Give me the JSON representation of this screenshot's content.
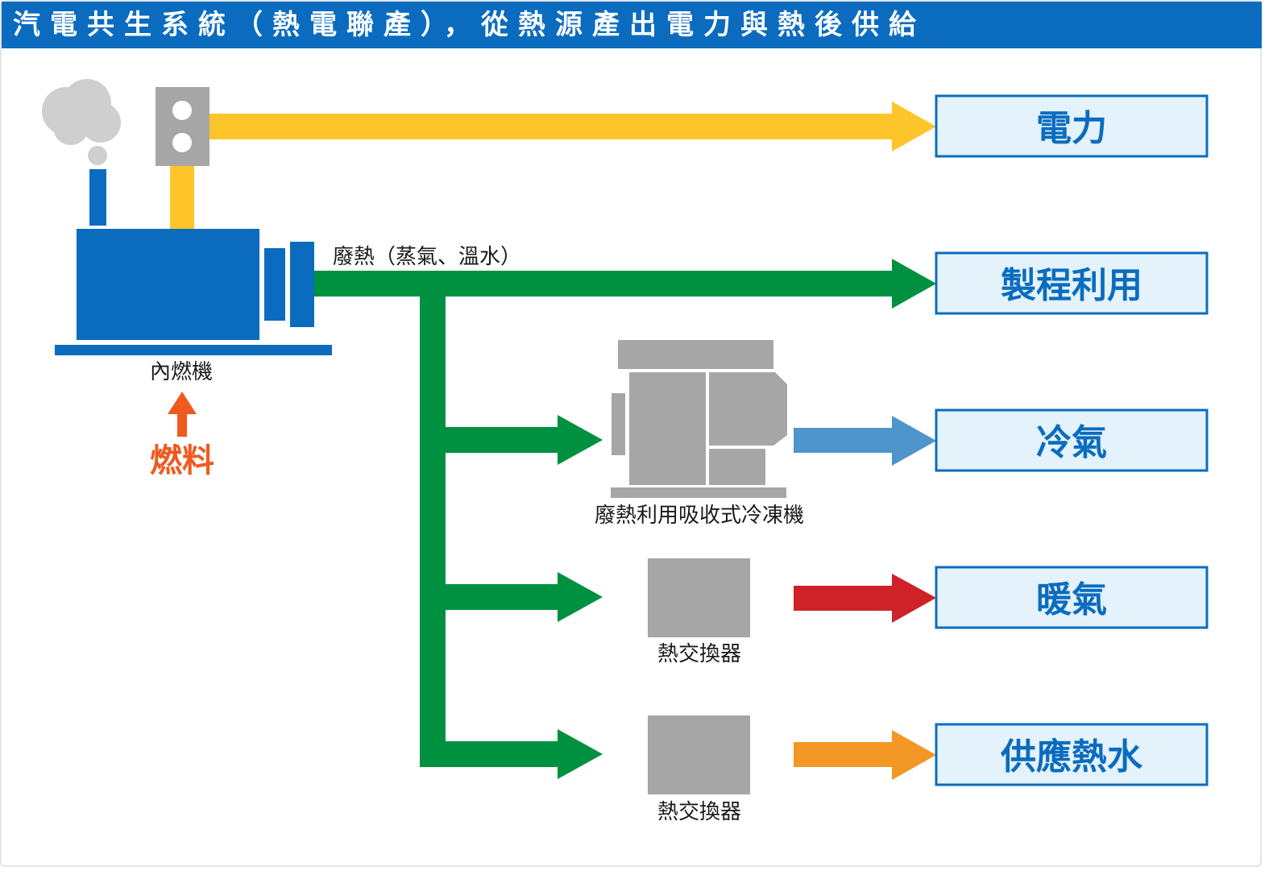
{
  "title": "汽電共生系統（熱電聯產），從熱源產出電力與熱後供給",
  "engine": {
    "label": "內燃機"
  },
  "fuel": {
    "label": "燃料"
  },
  "waste_heat": {
    "label": "廢熱（蒸氣、溫水）"
  },
  "chiller": {
    "label": "廢熱利用吸收式冷凍機"
  },
  "heat_exchanger_1": {
    "label": "熱交換器"
  },
  "heat_exchanger_2": {
    "label": "熱交換器"
  },
  "outputs": [
    {
      "label": "電力",
      "arrow_color": "#fdc52a"
    },
    {
      "label": "製程利用",
      "arrow_color": "#009140"
    },
    {
      "label": "冷氣",
      "arrow_color": "#4d95cc"
    },
    {
      "label": "暖氣",
      "arrow_color": "#cf2228"
    },
    {
      "label": "供應熱水",
      "arrow_color": "#f39725"
    }
  ],
  "colors": {
    "title_bar": "#0b6cbf",
    "engine": "#0b6cbf",
    "equipment_gray": "#a6a6a6",
    "steam_cloud": "#cfcfcf",
    "output_box_fill": "#e3f2fb",
    "output_box_border": "#0b6cbf",
    "fuel": "#f0591f"
  }
}
